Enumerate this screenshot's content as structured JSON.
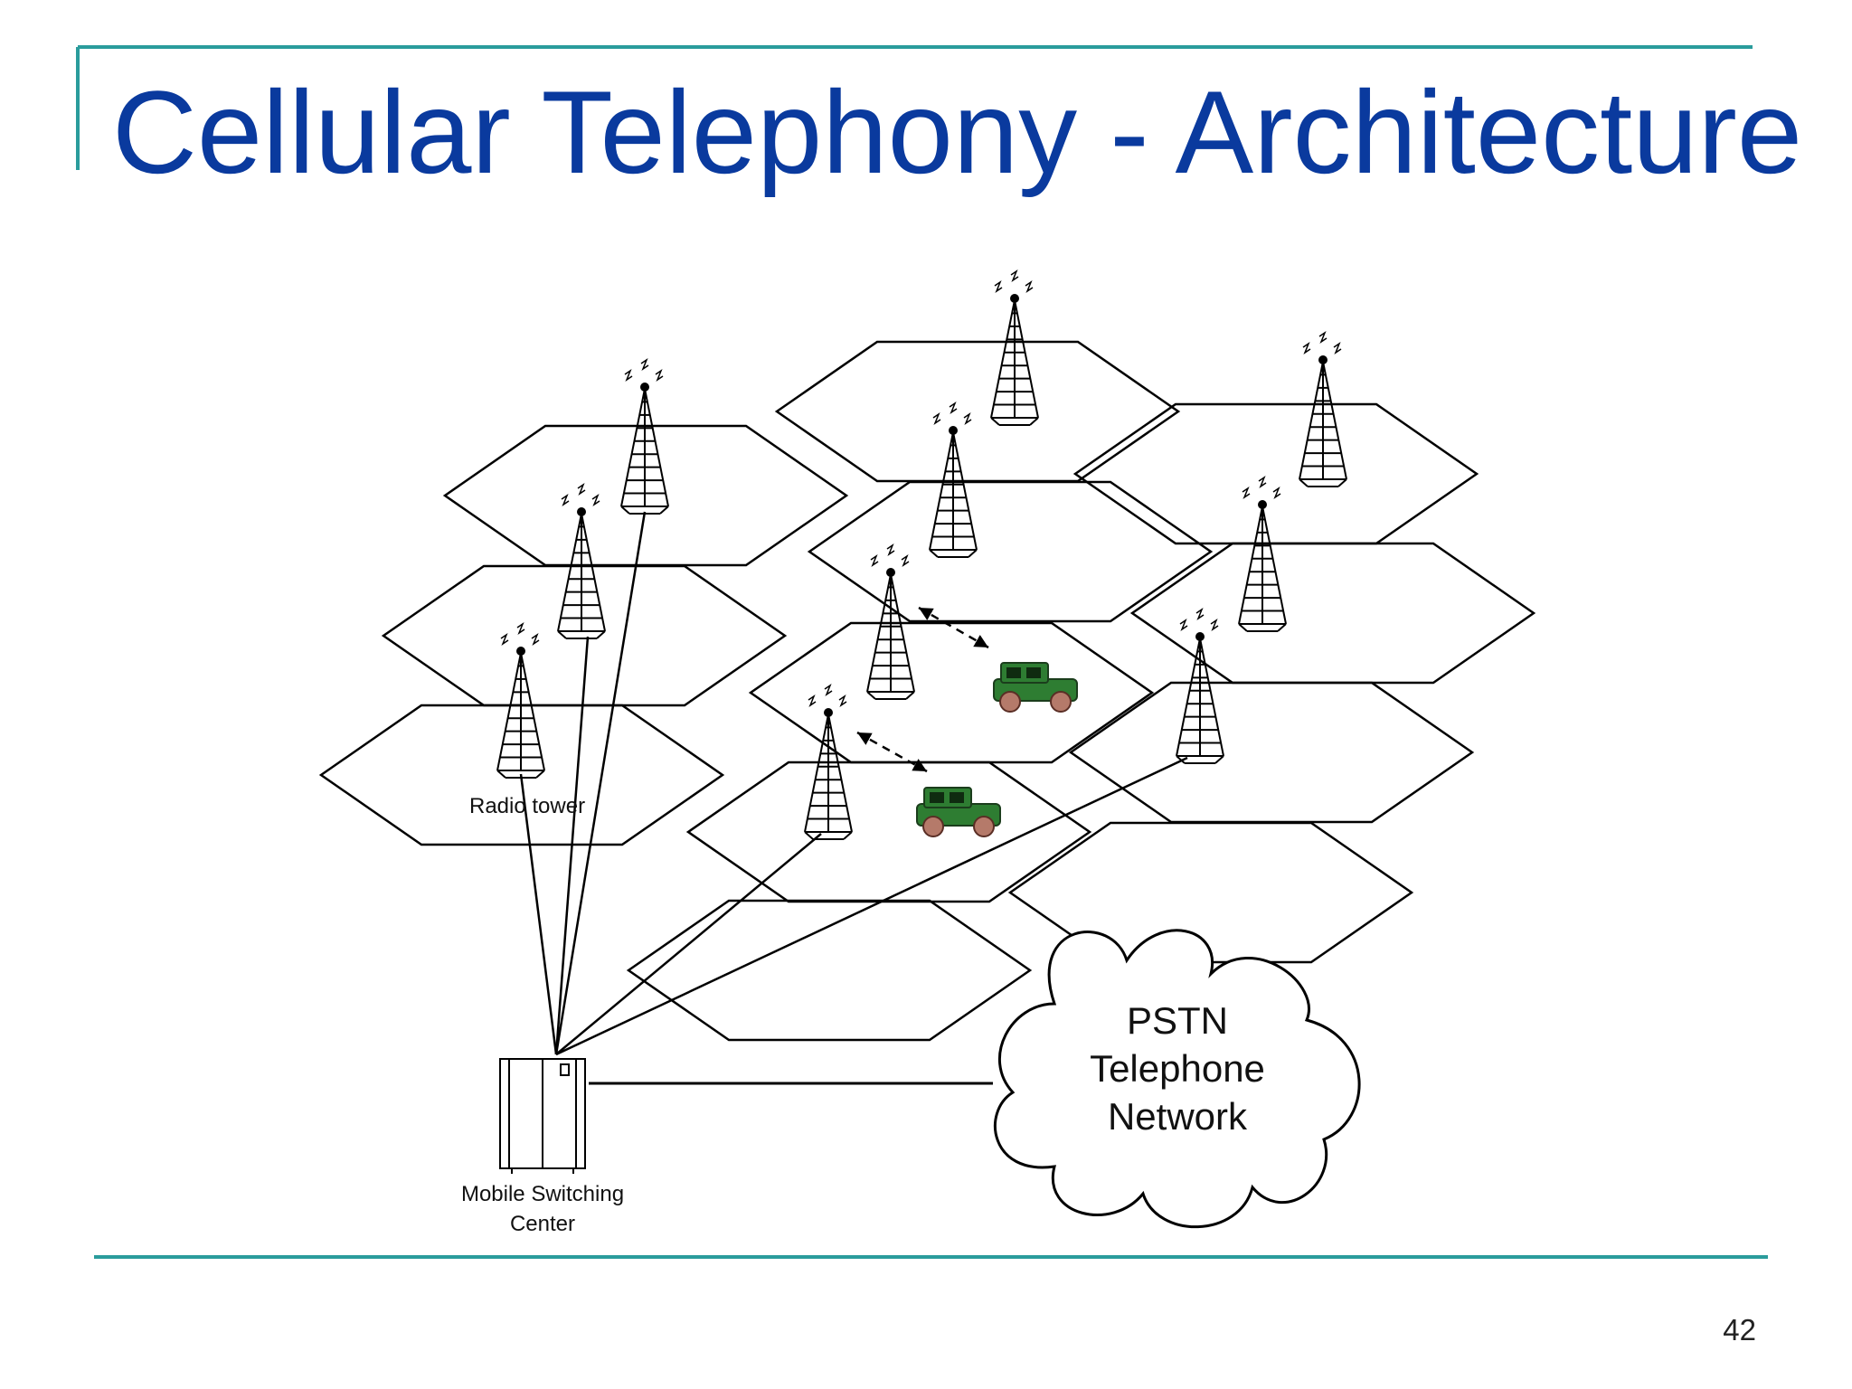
{
  "slide": {
    "title": "Cellular Telephony - Architecture",
    "page_number": "42"
  },
  "theme": {
    "title_color": "#0a3a9e",
    "rule_color": "#2a9c9c",
    "line_color": "#000000",
    "car_body_color": "#2e7d32"
  },
  "diagram": {
    "labels": {
      "radio_tower": "Radio tower",
      "msc_line1": "Mobile Switching",
      "msc_line2": "Center",
      "pstn_line1": "PSTN",
      "pstn_line2": "Telephone",
      "pstn_line3": "Network"
    },
    "icons": {
      "tower": "radio-tower-icon",
      "car": "car-icon",
      "switch": "switch-cabinet-icon",
      "cloud": "cloud-icon"
    }
  }
}
